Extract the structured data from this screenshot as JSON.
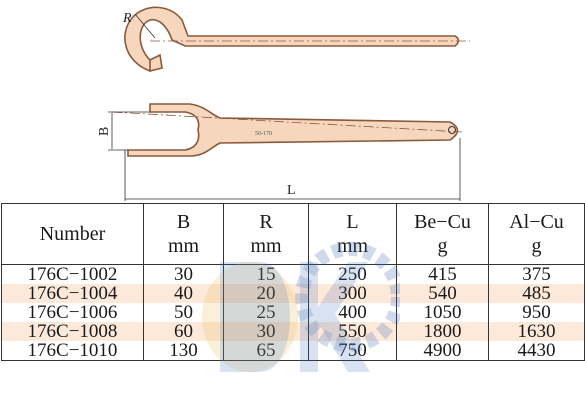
{
  "drawing": {
    "label_R": "R",
    "label_B": "B",
    "label_L": "L",
    "handle_text": "50-170"
  },
  "table": {
    "headers": [
      {
        "line1": "Number",
        "line2": ""
      },
      {
        "line1": "B",
        "line2": "mm"
      },
      {
        "line1": "R",
        "line2": "mm"
      },
      {
        "line1": "L",
        "line2": "mm"
      },
      {
        "line1": "Be−Cu",
        "line2": "g"
      },
      {
        "line1": "Al−Cu",
        "line2": "g"
      }
    ],
    "rows": [
      [
        "176C−1002",
        "30",
        "15",
        "250",
        "415",
        "375"
      ],
      [
        "176C−1004",
        "40",
        "20",
        "300",
        "540",
        "485"
      ],
      [
        "176C−1006",
        "50",
        "25",
        "400",
        "1050",
        "950"
      ],
      [
        "176C−1008",
        "60",
        "30",
        "550",
        "1800",
        "1630"
      ],
      [
        "176C−1010",
        "130",
        "65",
        "750",
        "4900",
        "4430"
      ]
    ]
  },
  "colors": {
    "tool_fill": "#f6d6bd",
    "tool_stroke": "#8a5a3c",
    "row_shade": "#fde9da",
    "watermark_blue": "#3b6bb5",
    "watermark_gold": "#e8b23c"
  }
}
